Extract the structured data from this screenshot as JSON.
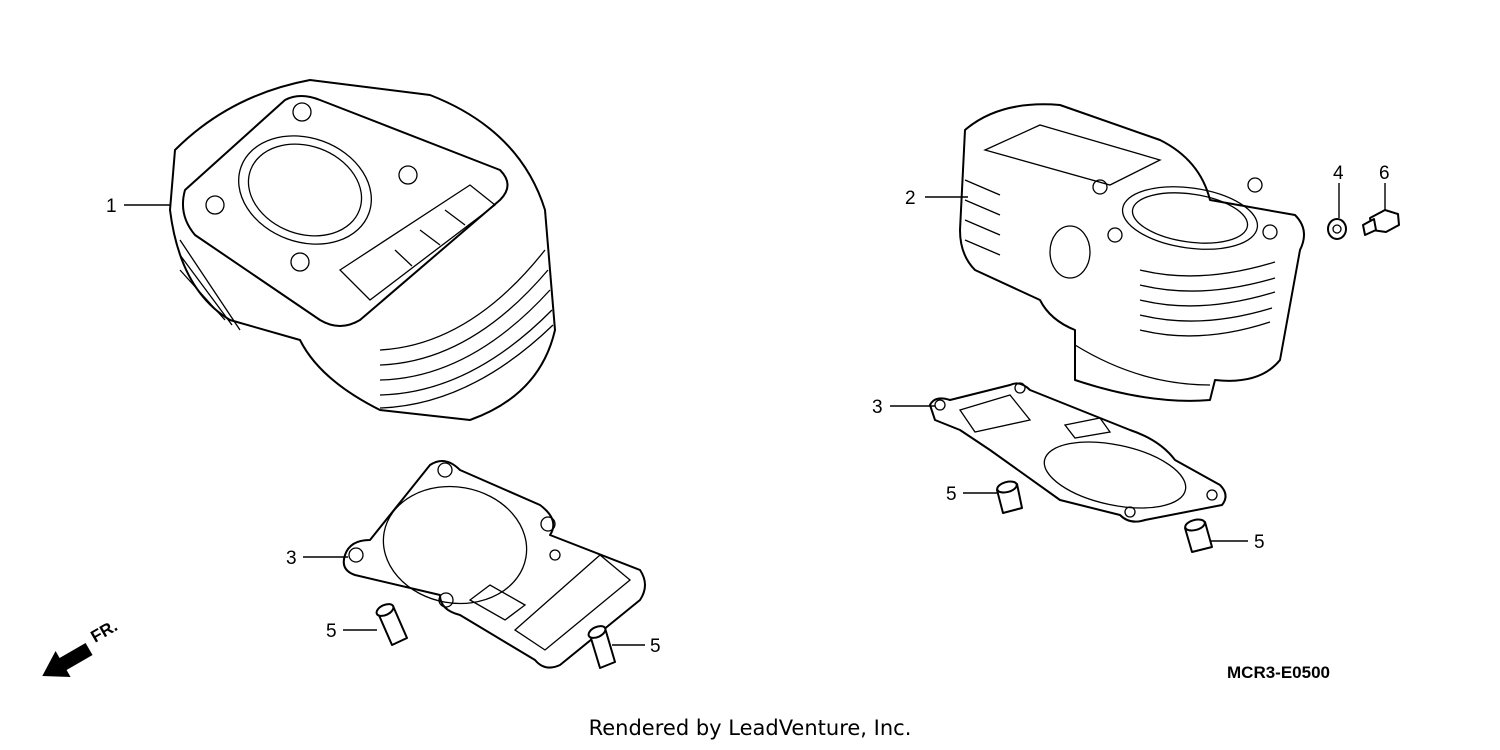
{
  "diagram_code": "MCR3-E0500",
  "front_indicator": "FR.",
  "credit": "Rendered by LeadVenture, Inc.",
  "callouts": {
    "c1": "1",
    "c2": "2",
    "c3_left": "3",
    "c3_right": "3",
    "c4": "4",
    "c5_left_a": "5",
    "c5_left_b": "5",
    "c5_right_a": "5",
    "c5_right_b": "5",
    "c6": "6"
  }
}
